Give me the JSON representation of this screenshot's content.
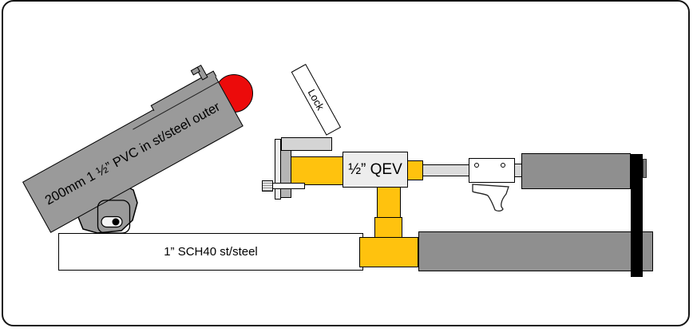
{
  "diagram": {
    "labels": {
      "barrel": "200mm 1 ½” PVC in st/steel outer",
      "support_pipe": "1” SCH40 st/steel",
      "valve": "½” QEV",
      "lock": "Lock"
    },
    "colors": {
      "pipe_yellow": "#FFC20E",
      "barrel_gray": "#9A9A9A",
      "chamber_gray": "#8F8F8F",
      "fitting_light_gray": "#D9D9D9",
      "projectile_red": "#EC0B0B",
      "end_cap_black": "#000000",
      "background": "#FFFFFF"
    },
    "shapes": [
      "angled-barrel",
      "projectile-ball",
      "hinge-pivot",
      "support-pipe",
      "mount-plate",
      "lock-arm",
      "lock-tab",
      "adjuster-bolt",
      "supply-pipe",
      "qev-valve",
      "actuator-rod",
      "trigger-valve",
      "trigger-blade",
      "riser-pipe",
      "tee-fitting",
      "pilot-chamber",
      "air-chamber",
      "end-cap-bar"
    ]
  }
}
